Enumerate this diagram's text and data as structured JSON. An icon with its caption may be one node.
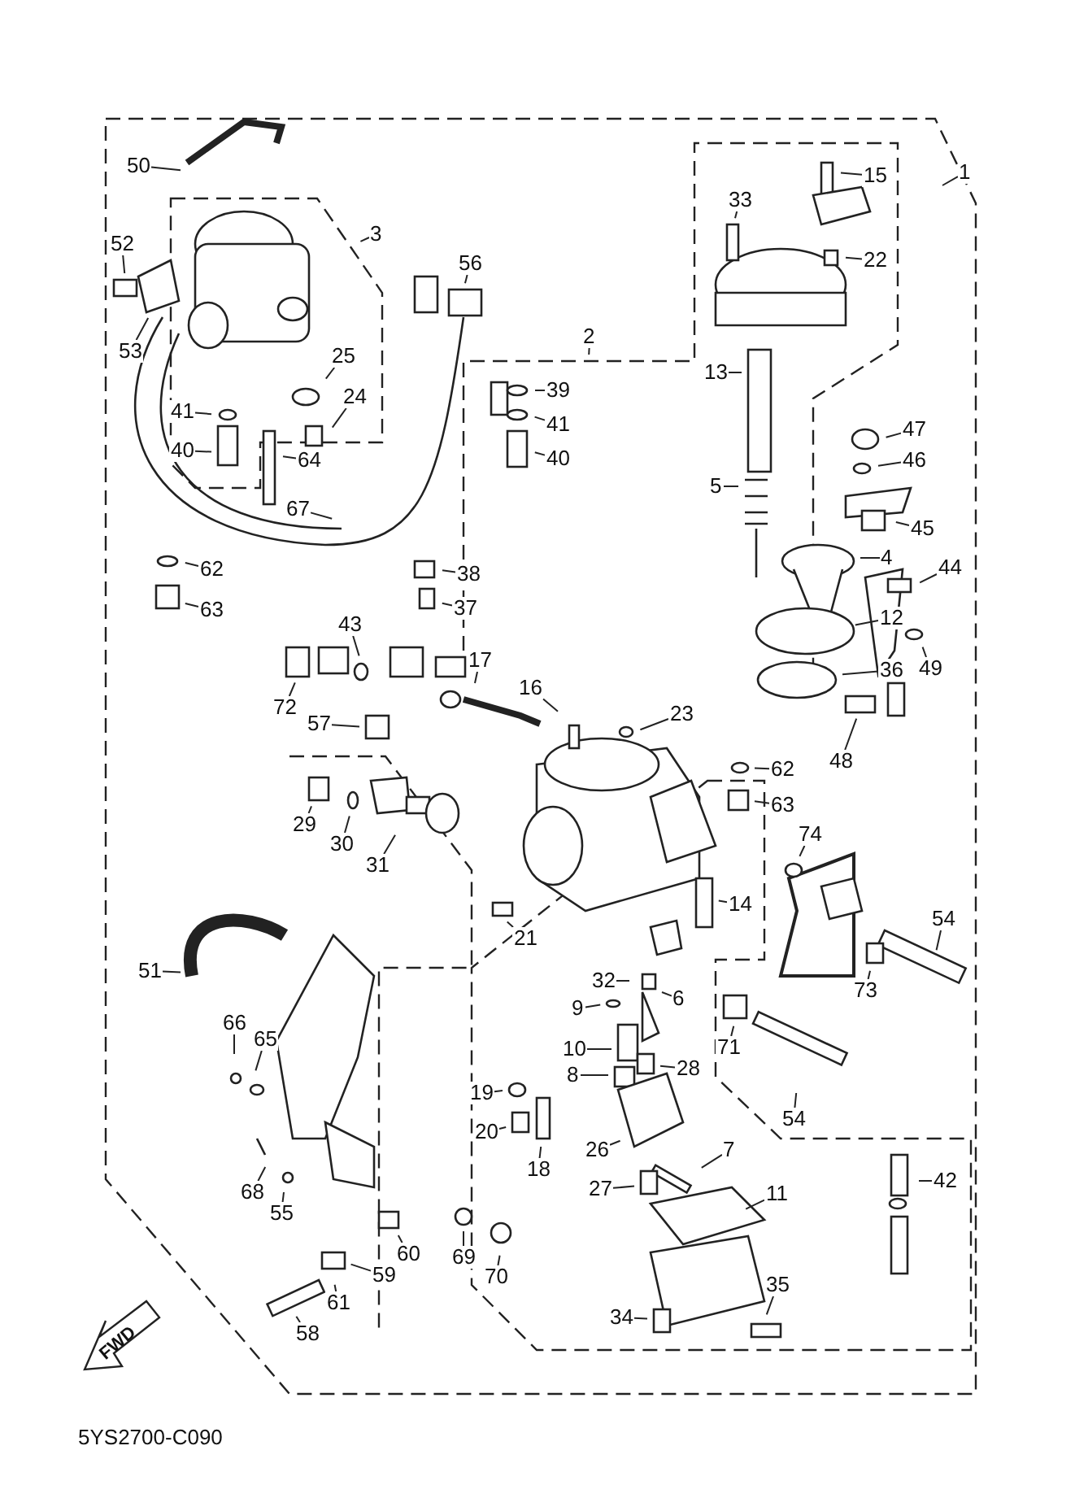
{
  "diagram": {
    "nodes": [
      {
        "text": [
          "1"
        ]
      },
      {
        "text": [
          "50"
        ]
      },
      {
        "text": [
          "3"
        ]
      },
      {
        "text": [
          "52"
        ]
      },
      {
        "text": [
          "53"
        ]
      },
      {
        "text": [
          "56"
        ]
      },
      {
        "text": [
          "2"
        ]
      },
      {
        "text": [
          "25"
        ]
      },
      {
        "text": [
          "24"
        ]
      },
      {
        "text": [
          "41"
        ]
      },
      {
        "text": [
          "40"
        ]
      },
      {
        "text": [
          "64"
        ]
      },
      {
        "text": [
          "67"
        ]
      },
      {
        "text": [
          "62"
        ]
      },
      {
        "text": [
          "63"
        ]
      },
      {
        "text": [
          "38"
        ]
      },
      {
        "text": [
          "37"
        ]
      },
      {
        "text": [
          "39"
        ]
      },
      {
        "text": [
          "41"
        ]
      },
      {
        "text": [
          "40"
        ]
      },
      {
        "text": [
          "33"
        ]
      },
      {
        "text": [
          "15"
        ]
      },
      {
        "text": [
          "22"
        ]
      },
      {
        "text": [
          "13"
        ]
      },
      {
        "text": [
          "5"
        ]
      },
      {
        "text": [
          "4"
        ]
      },
      {
        "text": [
          "12"
        ]
      },
      {
        "text": [
          "36"
        ]
      },
      {
        "text": [
          "47"
        ]
      },
      {
        "text": [
          "46"
        ]
      },
      {
        "text": [
          "45"
        ]
      },
      {
        "text": [
          "44"
        ]
      },
      {
        "text": [
          "49"
        ]
      },
      {
        "text": [
          "48"
        ]
      },
      {
        "text": [
          "43"
        ]
      },
      {
        "text": [
          "17"
        ]
      },
      {
        "text": [
          "16"
        ]
      },
      {
        "text": [
          "23"
        ]
      },
      {
        "text": [
          "72"
        ]
      },
      {
        "text": [
          "57"
        ]
      },
      {
        "text": [
          "29"
        ]
      },
      {
        "text": [
          "30"
        ]
      },
      {
        "text": [
          "31"
        ]
      },
      {
        "text": [
          "62"
        ]
      },
      {
        "text": [
          "63"
        ]
      },
      {
        "text": [
          "74"
        ]
      },
      {
        "text": [
          "14"
        ]
      },
      {
        "text": [
          "54"
        ]
      },
      {
        "text": [
          "21"
        ]
      },
      {
        "text": [
          "73"
        ]
      },
      {
        "text": [
          "51"
        ]
      },
      {
        "text": [
          "32"
        ]
      },
      {
        "text": [
          "6"
        ]
      },
      {
        "text": [
          "9"
        ]
      },
      {
        "text": [
          "10"
        ]
      },
      {
        "text": [
          "8"
        ]
      },
      {
        "text": [
          "28"
        ]
      },
      {
        "text": [
          "71"
        ]
      },
      {
        "text": [
          "66"
        ]
      },
      {
        "text": [
          "65"
        ]
      },
      {
        "text": [
          "19"
        ]
      },
      {
        "text": [
          "20"
        ]
      },
      {
        "text": [
          "18"
        ]
      },
      {
        "text": [
          "54"
        ]
      },
      {
        "text": [
          "26"
        ]
      },
      {
        "text": [
          "7"
        ]
      },
      {
        "text": [
          "11"
        ]
      },
      {
        "text": [
          "27"
        ]
      },
      {
        "text": [
          "42"
        ]
      },
      {
        "text": [
          "68"
        ]
      },
      {
        "text": [
          "55"
        ]
      },
      {
        "text": [
          "60"
        ]
      },
      {
        "text": [
          "59"
        ]
      },
      {
        "text": [
          "69"
        ]
      },
      {
        "text": [
          "70"
        ]
      },
      {
        "text": [
          "61"
        ]
      },
      {
        "text": [
          "58"
        ]
      },
      {
        "text": [
          "35"
        ]
      },
      {
        "text": [
          "34"
        ]
      }
    ],
    "edges": [
      {
        "from": 0,
        "to": null,
        "arrow": "none"
      },
      {
        "from": 1,
        "to": null,
        "arrow": "none"
      },
      {
        "from": 2,
        "to": null,
        "arrow": "none"
      },
      {
        "from": 3,
        "to": null,
        "arrow": "none"
      },
      {
        "from": 4,
        "to": null,
        "arrow": "none"
      },
      {
        "from": 5,
        "to": null,
        "arrow": "none"
      },
      {
        "from": 6,
        "to": null,
        "arrow": "none"
      },
      {
        "from": 7,
        "to": null,
        "arrow": "none"
      },
      {
        "from": 8,
        "to": null,
        "arrow": "none"
      },
      {
        "from": 9,
        "to": null,
        "arrow": "none"
      },
      {
        "from": 10,
        "to": null,
        "arrow": "none"
      },
      {
        "from": 11,
        "to": null,
        "arrow": "none"
      },
      {
        "from": 12,
        "to": null,
        "arrow": "none"
      },
      {
        "from": 13,
        "to": null,
        "arrow": "none"
      },
      {
        "from": 14,
        "to": null,
        "arrow": "none"
      },
      {
        "from": 15,
        "to": null,
        "arrow": "none"
      },
      {
        "from": 16,
        "to": null,
        "arrow": "none"
      },
      {
        "from": 17,
        "to": null,
        "arrow": "none"
      },
      {
        "from": 18,
        "to": null,
        "arrow": "none"
      },
      {
        "from": 19,
        "to": null,
        "arrow": "none"
      },
      {
        "from": 20,
        "to": null,
        "arrow": "none"
      },
      {
        "from": 21,
        "to": null,
        "arrow": "none"
      },
      {
        "from": 22,
        "to": null,
        "arrow": "none"
      },
      {
        "from": 23,
        "to": null,
        "arrow": "none"
      },
      {
        "from": 24,
        "to": null,
        "arrow": "none"
      },
      {
        "from": 25,
        "to": null,
        "arrow": "none"
      },
      {
        "from": 26,
        "to": null,
        "arrow": "none"
      },
      {
        "from": 27,
        "to": null,
        "arrow": "none"
      },
      {
        "from": 28,
        "to": null,
        "arrow": "none"
      },
      {
        "from": 29,
        "to": null,
        "arrow": "none"
      },
      {
        "from": 30,
        "to": null,
        "arrow": "none"
      },
      {
        "from": 31,
        "to": null,
        "arrow": "none"
      },
      {
        "from": 32,
        "to": null,
        "arrow": "none"
      },
      {
        "from": 33,
        "to": null,
        "arrow": "none"
      },
      {
        "from": 34,
        "to": null,
        "arrow": "none"
      },
      {
        "from": 35,
        "to": null,
        "arrow": "none"
      },
      {
        "from": 36,
        "to": null,
        "arrow": "none"
      },
      {
        "from": 37,
        "to": null,
        "arrow": "none"
      },
      {
        "from": 38,
        "to": null,
        "arrow": "none"
      },
      {
        "from": 39,
        "to": null,
        "arrow": "none"
      },
      {
        "from": 40,
        "to": null,
        "arrow": "none"
      },
      {
        "from": 41,
        "to": null,
        "arrow": "none"
      },
      {
        "from": 42,
        "to": null,
        "arrow": "none"
      },
      {
        "from": 43,
        "to": null,
        "arrow": "none"
      },
      {
        "from": 44,
        "to": null,
        "arrow": "none"
      },
      {
        "from": 45,
        "to": null,
        "arrow": "none"
      },
      {
        "from": 46,
        "to": null,
        "arrow": "none"
      },
      {
        "from": 47,
        "to": null,
        "arrow": "none"
      },
      {
        "from": 48,
        "to": null,
        "arrow": "none"
      },
      {
        "from": 49,
        "to": null,
        "arrow": "none"
      },
      {
        "from": 50,
        "to": null,
        "arrow": "none"
      },
      {
        "from": 51,
        "to": null,
        "arrow": "none"
      },
      {
        "from": 52,
        "to": null,
        "arrow": "none"
      },
      {
        "from": 53,
        "to": null,
        "arrow": "none"
      },
      {
        "from": 54,
        "to": null,
        "arrow": "none"
      },
      {
        "from": 55,
        "to": null,
        "arrow": "none"
      },
      {
        "from": 56,
        "to": null,
        "arrow": "none"
      },
      {
        "from": 57,
        "to": null,
        "arrow": "none"
      },
      {
        "from": 58,
        "to": null,
        "arrow": "none"
      },
      {
        "from": 59,
        "to": null,
        "arrow": "none"
      },
      {
        "from": 60,
        "to": null,
        "arrow": "none"
      },
      {
        "from": 61,
        "to": null,
        "arrow": "none"
      },
      {
        "from": 62,
        "to": null,
        "arrow": "none"
      },
      {
        "from": 63,
        "to": null,
        "arrow": "none"
      },
      {
        "from": 64,
        "to": null,
        "arrow": "none"
      },
      {
        "from": 65,
        "to": null,
        "arrow": "none"
      },
      {
        "from": 66,
        "to": null,
        "arrow": "none"
      },
      {
        "from": 67,
        "to": null,
        "arrow": "none"
      },
      {
        "from": 68,
        "to": null,
        "arrow": "none"
      },
      {
        "from": 69,
        "to": null,
        "arrow": "none"
      },
      {
        "from": 70,
        "to": null,
        "arrow": "none"
      },
      {
        "from": 71,
        "to": null,
        "arrow": "none"
      },
      {
        "from": 72,
        "to": null,
        "arrow": "none"
      },
      {
        "from": 73,
        "to": null,
        "arrow": "none"
      },
      {
        "from": 74,
        "to": null,
        "arrow": "none"
      },
      {
        "from": 75,
        "to": null,
        "arrow": "none"
      },
      {
        "from": 76,
        "to": null,
        "arrow": "none"
      },
      {
        "from": 77,
        "to": null,
        "arrow": "none"
      },
      {
        "from": 78,
        "to": null,
        "arrow": "none"
      }
    ],
    "labels": [
      "FWD",
      "5YS2700-C090"
    ]
  }
}
